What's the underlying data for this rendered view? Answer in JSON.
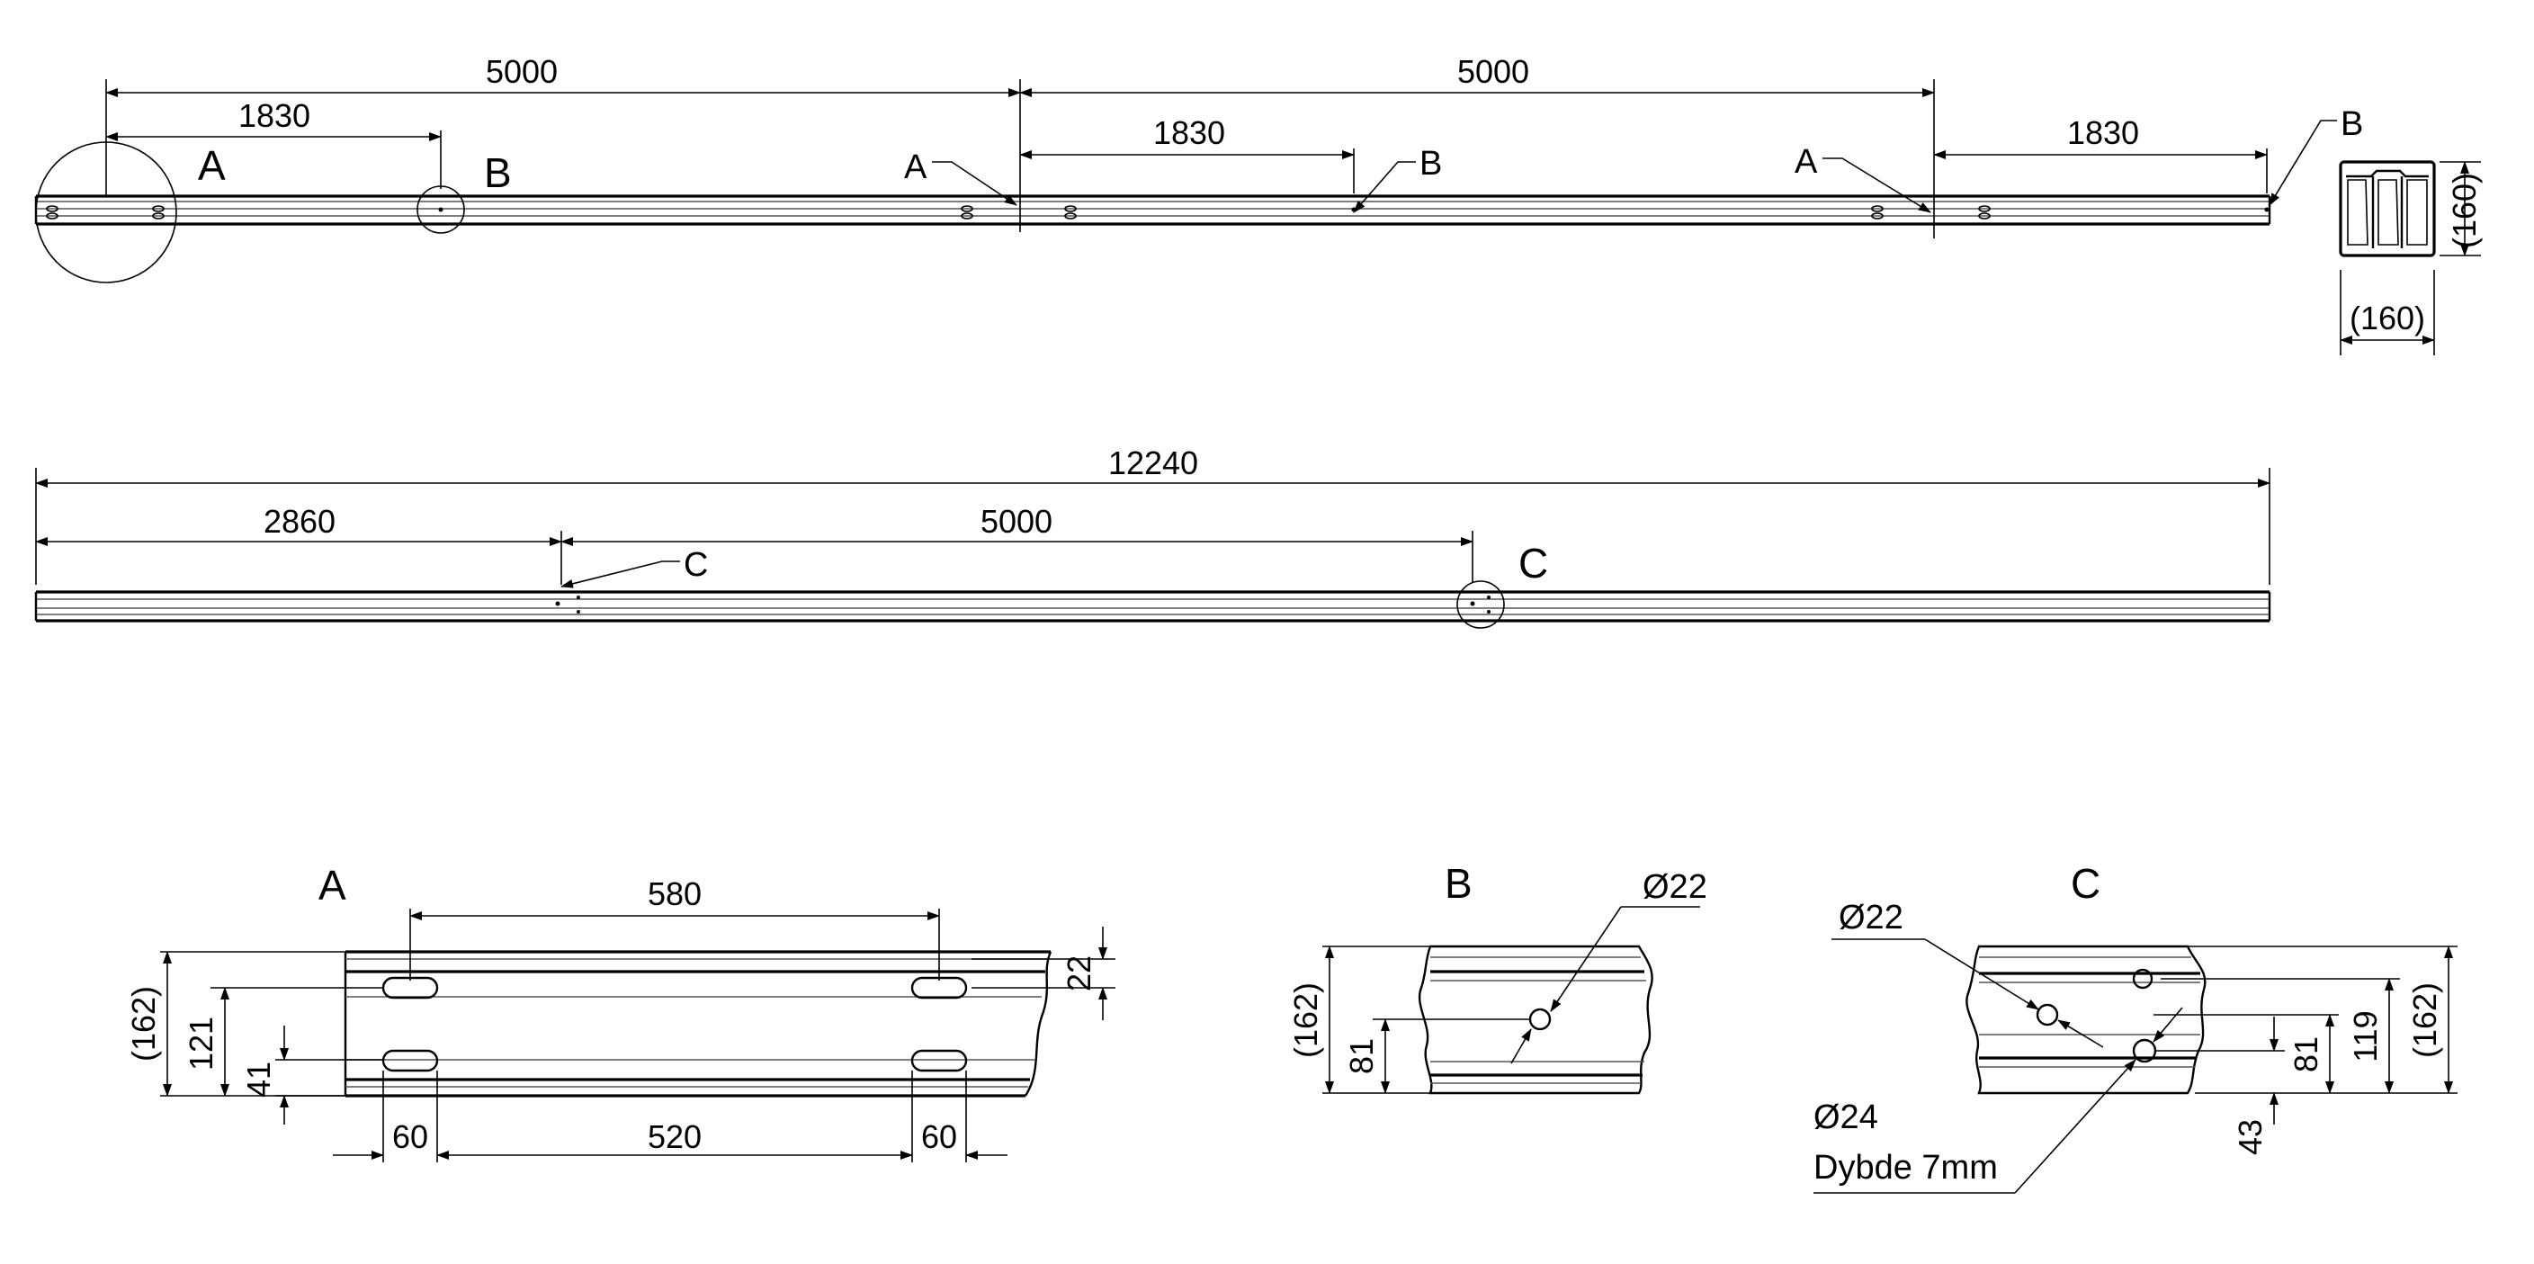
{
  "top_view": {
    "dim_total_left": "5000",
    "dim_total_right": "5000",
    "dim_a_left": "1830",
    "dim_mid": "1830",
    "dim_right": "1830",
    "label_a_circle": "A",
    "label_b_circle": "B",
    "label_a_mid": "A",
    "label_b_mid": "B",
    "label_a_right": "A",
    "label_b_end": "B"
  },
  "section_view": {
    "height_dim": "(160)",
    "width_dim": "(160)"
  },
  "side_view": {
    "dim_total": "12240",
    "dim_left": "2860",
    "dim_mid": "5000",
    "label_c_leader": "C",
    "label_c_circle": "C"
  },
  "detail_a": {
    "title": "A",
    "dim_top": "580",
    "dim_162": "(162)",
    "dim_121": "121",
    "dim_41": "41",
    "dim_22": "22",
    "dim_60_left": "60",
    "dim_520": "520",
    "dim_60_right": "60"
  },
  "detail_b": {
    "title": "B",
    "dim_162": "(162)",
    "dim_81": "81",
    "dia": "Ø22"
  },
  "detail_c": {
    "title": "C",
    "dia_top": "Ø22",
    "dia_bottom": "Ø24",
    "depth_note": "Dybde 7mm",
    "dim_81": "81",
    "dim_119": "119",
    "dim_162": "(162)",
    "dim_43": "43"
  }
}
